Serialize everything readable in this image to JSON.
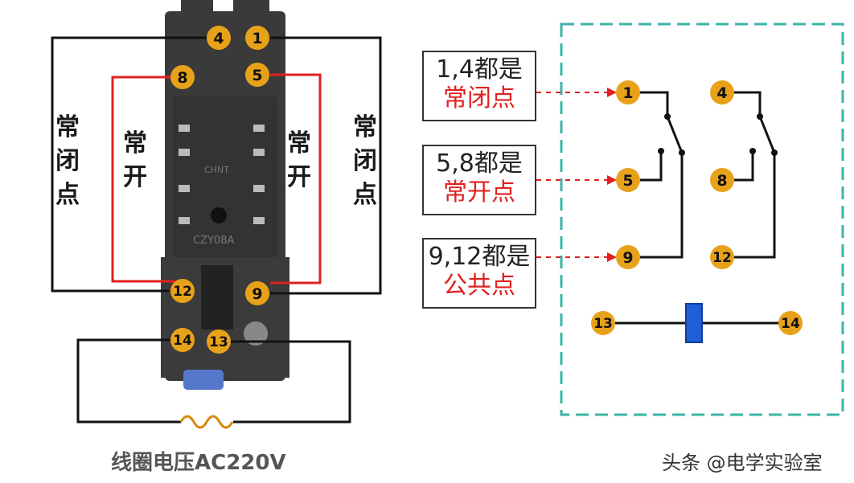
{
  "socket": {
    "marking": "CHNT",
    "model": "CZY08A"
  },
  "labels": {
    "left_outer": [
      "常",
      "闭",
      "点"
    ],
    "left_inner": [
      "常",
      "开"
    ],
    "right_inner": [
      "常",
      "开"
    ],
    "right_outer": [
      "常",
      "闭",
      "点"
    ]
  },
  "callouts": [
    {
      "line1": "1,4都是",
      "line2": "常闭点"
    },
    {
      "line1": "5,8都是",
      "line2": "常开点"
    },
    {
      "line1": "9,12都是",
      "line2": "公共点"
    }
  ],
  "terminals": {
    "t4": "4",
    "t1": "1",
    "t8": "8",
    "t5": "5",
    "t12": "12",
    "t9": "9",
    "t14": "14",
    "t13": "13"
  },
  "schematic": {
    "n1": "1",
    "n4": "4",
    "n5": "5",
    "n8": "8",
    "n9": "9",
    "n12": "12",
    "n13": "13",
    "n14": "14"
  },
  "coil_caption": "线圈电压AC220V",
  "watermark": "头条 @电学实验室",
  "colors": {
    "terminal_fill": "#e8a21a",
    "nc_wire": "#111111",
    "no_wire": "#e02020",
    "dashed_frame": "#3cb4a8",
    "coil": "#1f5fd6"
  }
}
